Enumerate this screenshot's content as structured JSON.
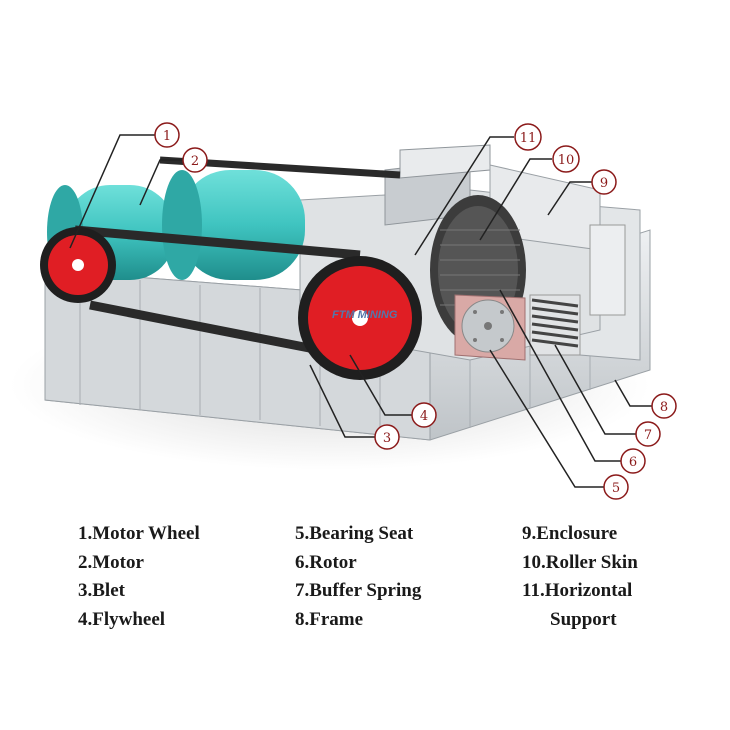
{
  "brand_mark": "FTM MINING",
  "callouts": [
    "1",
    "2",
    "3",
    "4",
    "5",
    "6",
    "7",
    "8",
    "9",
    "10",
    "11"
  ],
  "legend": {
    "col1": [
      "1.Motor Wheel",
      "2.Motor",
      "3.Blet",
      "4.Flywheel"
    ],
    "col2": [
      "5.Bearing Seat",
      "6.Rotor",
      "7.Buffer Spring",
      "8.Frame"
    ],
    "col3": [
      "9.Enclosure",
      "10.Roller Skin",
      "11.Horizontal",
      "Support"
    ]
  },
  "colors": {
    "motor": "#3fc4c0",
    "wheel": "#e01e24",
    "belt": "#2a2a2a",
    "frame": "#d8dcdf",
    "callout_ring": "#8b1a1a",
    "leader": "#222222"
  }
}
